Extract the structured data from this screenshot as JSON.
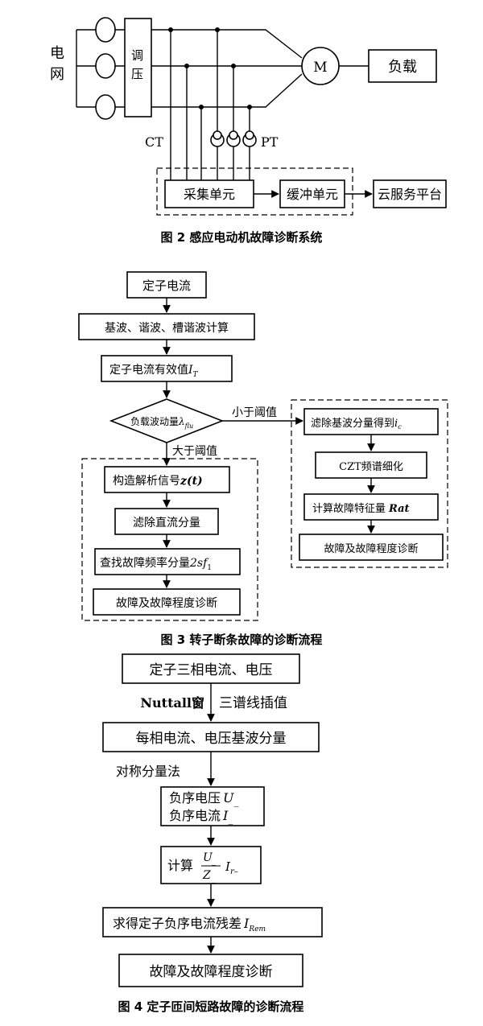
{
  "fig2": {
    "grid_label": [
      "电",
      "网"
    ],
    "regulator_label": [
      "调",
      "压"
    ],
    "motor_label": "M",
    "load_label": "负载",
    "ct_label": "CT",
    "pt_label": "PT",
    "acq_label": "采集单元",
    "buffer_label": "缓冲单元",
    "cloud_label": "云服务平台",
    "caption": "图 2  感应电动机故障诊断系统"
  },
  "fig3": {
    "stator_current": "定子电流",
    "harmonic_calc": "基波、谐波、槽谐波计算",
    "rms_main": "定子电流有效值",
    "rms_sub": "T",
    "decision_main": "负载波动量",
    "decision_sub": "flu",
    "lt_threshold": "小于阈值",
    "gt_threshold": "大于阈值",
    "analytic_signal": "构造解析信号",
    "analytic_expr": "z(t)",
    "remove_dc": "滤除直流分量",
    "find_freq": "查找故障频率分量",
    "find_freq_expr": "2sf",
    "find_freq_sub": "1",
    "diag_left": "故障及故障程度诊断",
    "filter_fund": "滤除基波分量得到",
    "filter_fund_sub": "c",
    "czt": "CZT频谱细化",
    "feature": "计算故障特征量",
    "feature_expr": "Rat",
    "diag_right": "故障及故障程度诊断",
    "caption": "图 3  转子断条故障的诊断流程"
  },
  "fig4": {
    "three_phase": "定子三相电流、电压",
    "nuttall": "Nuttall窗",
    "interp": "三谱线插值",
    "fundamental": "每相电流、电压基波分量",
    "symmetric": "对称分量法",
    "neg_voltage": "负序电压",
    "neg_current": "负序电流",
    "calc_label": "计算",
    "frac_num": "U",
    "frac_den": "Z",
    "residual": "求得定子负序电流残差",
    "residual_sub": "Rem",
    "diagnosis": "故障及故障程度诊断",
    "caption": "图 4  定子匝间短路故障的诊断流程"
  }
}
